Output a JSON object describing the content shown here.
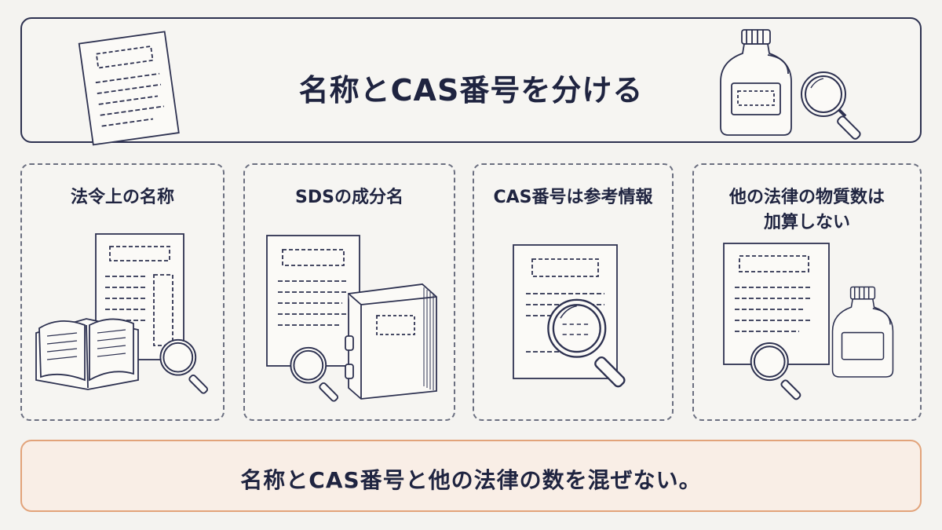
{
  "header": {
    "title": "名称とCAS番号を分ける",
    "icons": [
      "document-icon",
      "bottle-icon",
      "magnifier-icon"
    ]
  },
  "cards": [
    {
      "title": "法令上の名称",
      "icons": [
        "document-icon",
        "open-book-icon",
        "magnifier-icon"
      ]
    },
    {
      "title": "SDSの成分名",
      "icons": [
        "document-icon",
        "binder-icon",
        "magnifier-icon"
      ]
    },
    {
      "title": "CAS番号は参考情報",
      "icons": [
        "document-icon",
        "magnifier-icon"
      ]
    },
    {
      "title": "他の法律の物質数は\n加算しない",
      "icons": [
        "document-icon",
        "bottle-icon",
        "magnifier-icon"
      ]
    }
  ],
  "footer": {
    "text": "名称とCAS番号と他の法律の数を混ぜない。"
  },
  "colors": {
    "ink": "#2d3150",
    "card_border": "#6b6f80",
    "footer_border": "#e2a37a",
    "footer_bg": "#f9eee6",
    "background": "#f4f3f0"
  }
}
